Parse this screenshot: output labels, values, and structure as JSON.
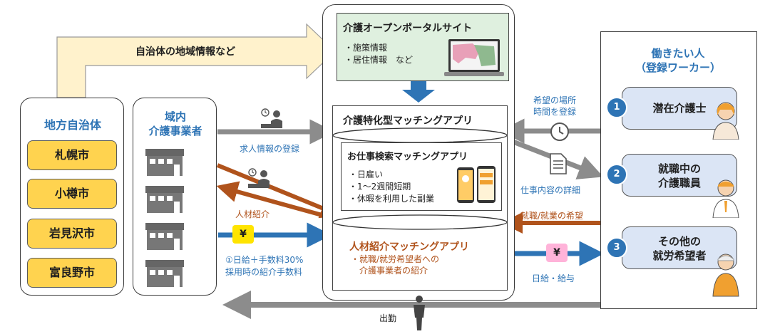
{
  "region_info_label": "自治体の地域情報など",
  "municipality": {
    "title": "地方自治体",
    "cities": [
      "札幌市",
      "小樽市",
      "岩見沢市",
      "富良野市"
    ]
  },
  "providers": {
    "title_line1": "域内",
    "title_line2": "介護事業者"
  },
  "portal": {
    "title": "介護オープンポータルサイト",
    "items": [
      "・施策情報",
      "・居住情報　など"
    ]
  },
  "matching_app": {
    "title": "介護特化型マッチングアプリ"
  },
  "job_search": {
    "title": "お仕事検索マッチングアプリ",
    "items": [
      "・日雇い",
      "・1～2週間短期",
      "・休暇を利用した副業"
    ]
  },
  "referral_app": {
    "title": "人材紹介マッチングアプリ",
    "items": [
      "・就職/就労希望者への",
      "　介護事業者の紹介"
    ]
  },
  "workers": {
    "title_line1": "働きたい人",
    "title_line2": "（登録ワーカー）",
    "cards": [
      {
        "num": "1",
        "line1": "潜在介護士",
        "line2": ""
      },
      {
        "num": "2",
        "line1": "就職中の",
        "line2": "介護職員"
      },
      {
        "num": "3",
        "line1": "その他の",
        "line2": "就労希望者"
      }
    ]
  },
  "labels": {
    "job_registration": "求人情報の登録",
    "placement": "人材紹介",
    "yen": "¥",
    "fee_line1": "①日給＋手数料30%",
    "fee_line2": "採用時の紹介手数料",
    "place_time_line1": "希望の場所",
    "place_time_line2": "時間を登録",
    "job_detail": "仕事内容の詳細",
    "employment_wish": "就職/就業の希望",
    "wage": "日給・給与",
    "commute": "出勤"
  },
  "colors": {
    "gray_arrow": "#8c8c8c",
    "brown_arrow": "#b0531c",
    "blue_arrow": "#2e74b5",
    "city_fill": "#ffd34f",
    "portal_fill": "#dff0df",
    "worker_card_fill": "#dbe5f5",
    "yen_badge": "#ffe400"
  }
}
